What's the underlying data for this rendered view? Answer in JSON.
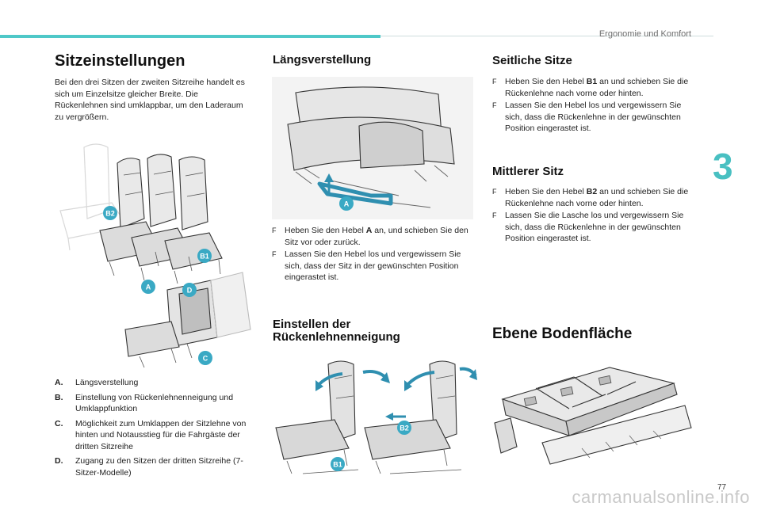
{
  "header": {
    "section": "Ergonomie und Komfort",
    "chapter": "3",
    "page": "77"
  },
  "watermark": "carmanualsonline.info",
  "col1": {
    "title": "Sitzeinstellungen",
    "intro": "Bei den drei Sitzen der zweiten Sitzreihe handelt es sich um Einzelsitze gleicher Breite. Die Rückenlehnen sind umklappbar, um den Laderaum zu vergrößern.",
    "legend": [
      {
        "key": "A.",
        "text": "Längsverstellung"
      },
      {
        "key": "B.",
        "text": "Einstellung von Rückenlehnenneigung und Umklappfunktion"
      },
      {
        "key": "C.",
        "text": "Möglichkeit zum Umklappen der Sitzlehne von hinten und Notausstieg für die Fahrgäste der dritten Sitzreihe"
      },
      {
        "key": "D.",
        "text": "Zugang zu den Sitzen der dritten Sitzreihe (7-Sitzer-Modelle)"
      }
    ]
  },
  "col2": {
    "title1": "Längsverstellung",
    "bullets1": [
      {
        "pre": "Heben Sie den Hebel ",
        "bold": "A",
        "post": " an, und schieben Sie den Sitz vor oder zurück."
      },
      {
        "pre": "Lassen Sie den Hebel los und vergewissern Sie sich, dass der Sitz in der gewünschten Position eingerastet ist.",
        "bold": "",
        "post": ""
      }
    ],
    "title2_line1": "Einstellen der",
    "title2_line2": "Rückenlehnenneigung"
  },
  "col3": {
    "title1": "Seitliche Sitze",
    "bullets1": [
      {
        "pre": "Heben Sie den Hebel ",
        "bold": "B1",
        "post": " an und schieben Sie die Rückenlehne nach vorne oder hinten."
      },
      {
        "pre": "Lassen Sie den Hebel los und vergewissern Sie sich, dass die Rückenlehne in der gewünschten Position eingerastet ist.",
        "bold": "",
        "post": ""
      }
    ],
    "title2": "Mittlerer Sitz",
    "bullets2": [
      {
        "pre": "Heben Sie den Hebel ",
        "bold": "B2",
        "post": " an und schieben Sie die Rückenlehne nach vorne oder hinten."
      },
      {
        "pre": "Lassen Sie die Lasche los und vergewissern Sie sich, dass die Rückenlehne in der gewünschten Position eingerastet ist.",
        "bold": "",
        "post": ""
      }
    ],
    "title3": "Ebene Bodenfläche"
  },
  "labels": {
    "A": "A",
    "B1": "B1",
    "B2": "B2",
    "C": "C",
    "D": "D"
  },
  "bullet_glyph": "F",
  "colors": {
    "accent": "#4fc8c8",
    "badge": "#3aa9c4",
    "badge_dark": "#2f8fb0"
  }
}
